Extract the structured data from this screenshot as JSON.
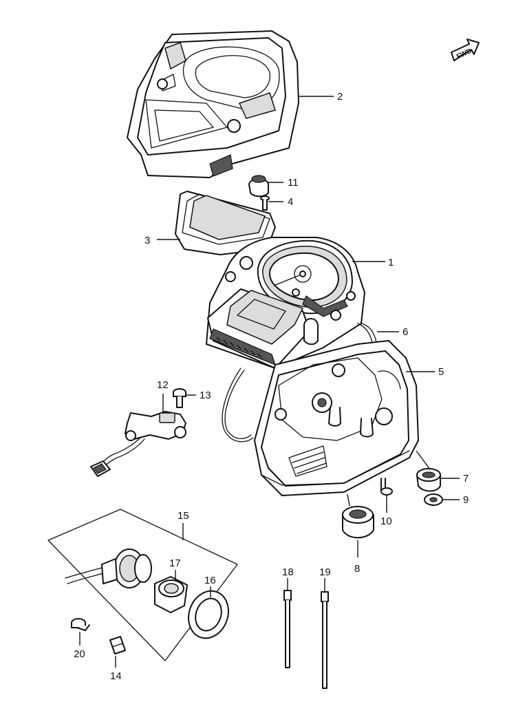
{
  "fwd_arrow": {
    "label": "FWD",
    "icon": "forward-arrow-icon"
  },
  "callouts": {
    "p1": "1",
    "p2": "2",
    "p3": "3",
    "p4": "4",
    "p5": "5",
    "p6": "6",
    "p7": "7",
    "p8": "8",
    "p9": "9",
    "p10": "10",
    "p11": "11",
    "p12": "12",
    "p13": "13",
    "p14": "14",
    "p15": "15",
    "p16": "16",
    "p17": "17",
    "p18": "18",
    "p19": "19",
    "p20": "20"
  }
}
